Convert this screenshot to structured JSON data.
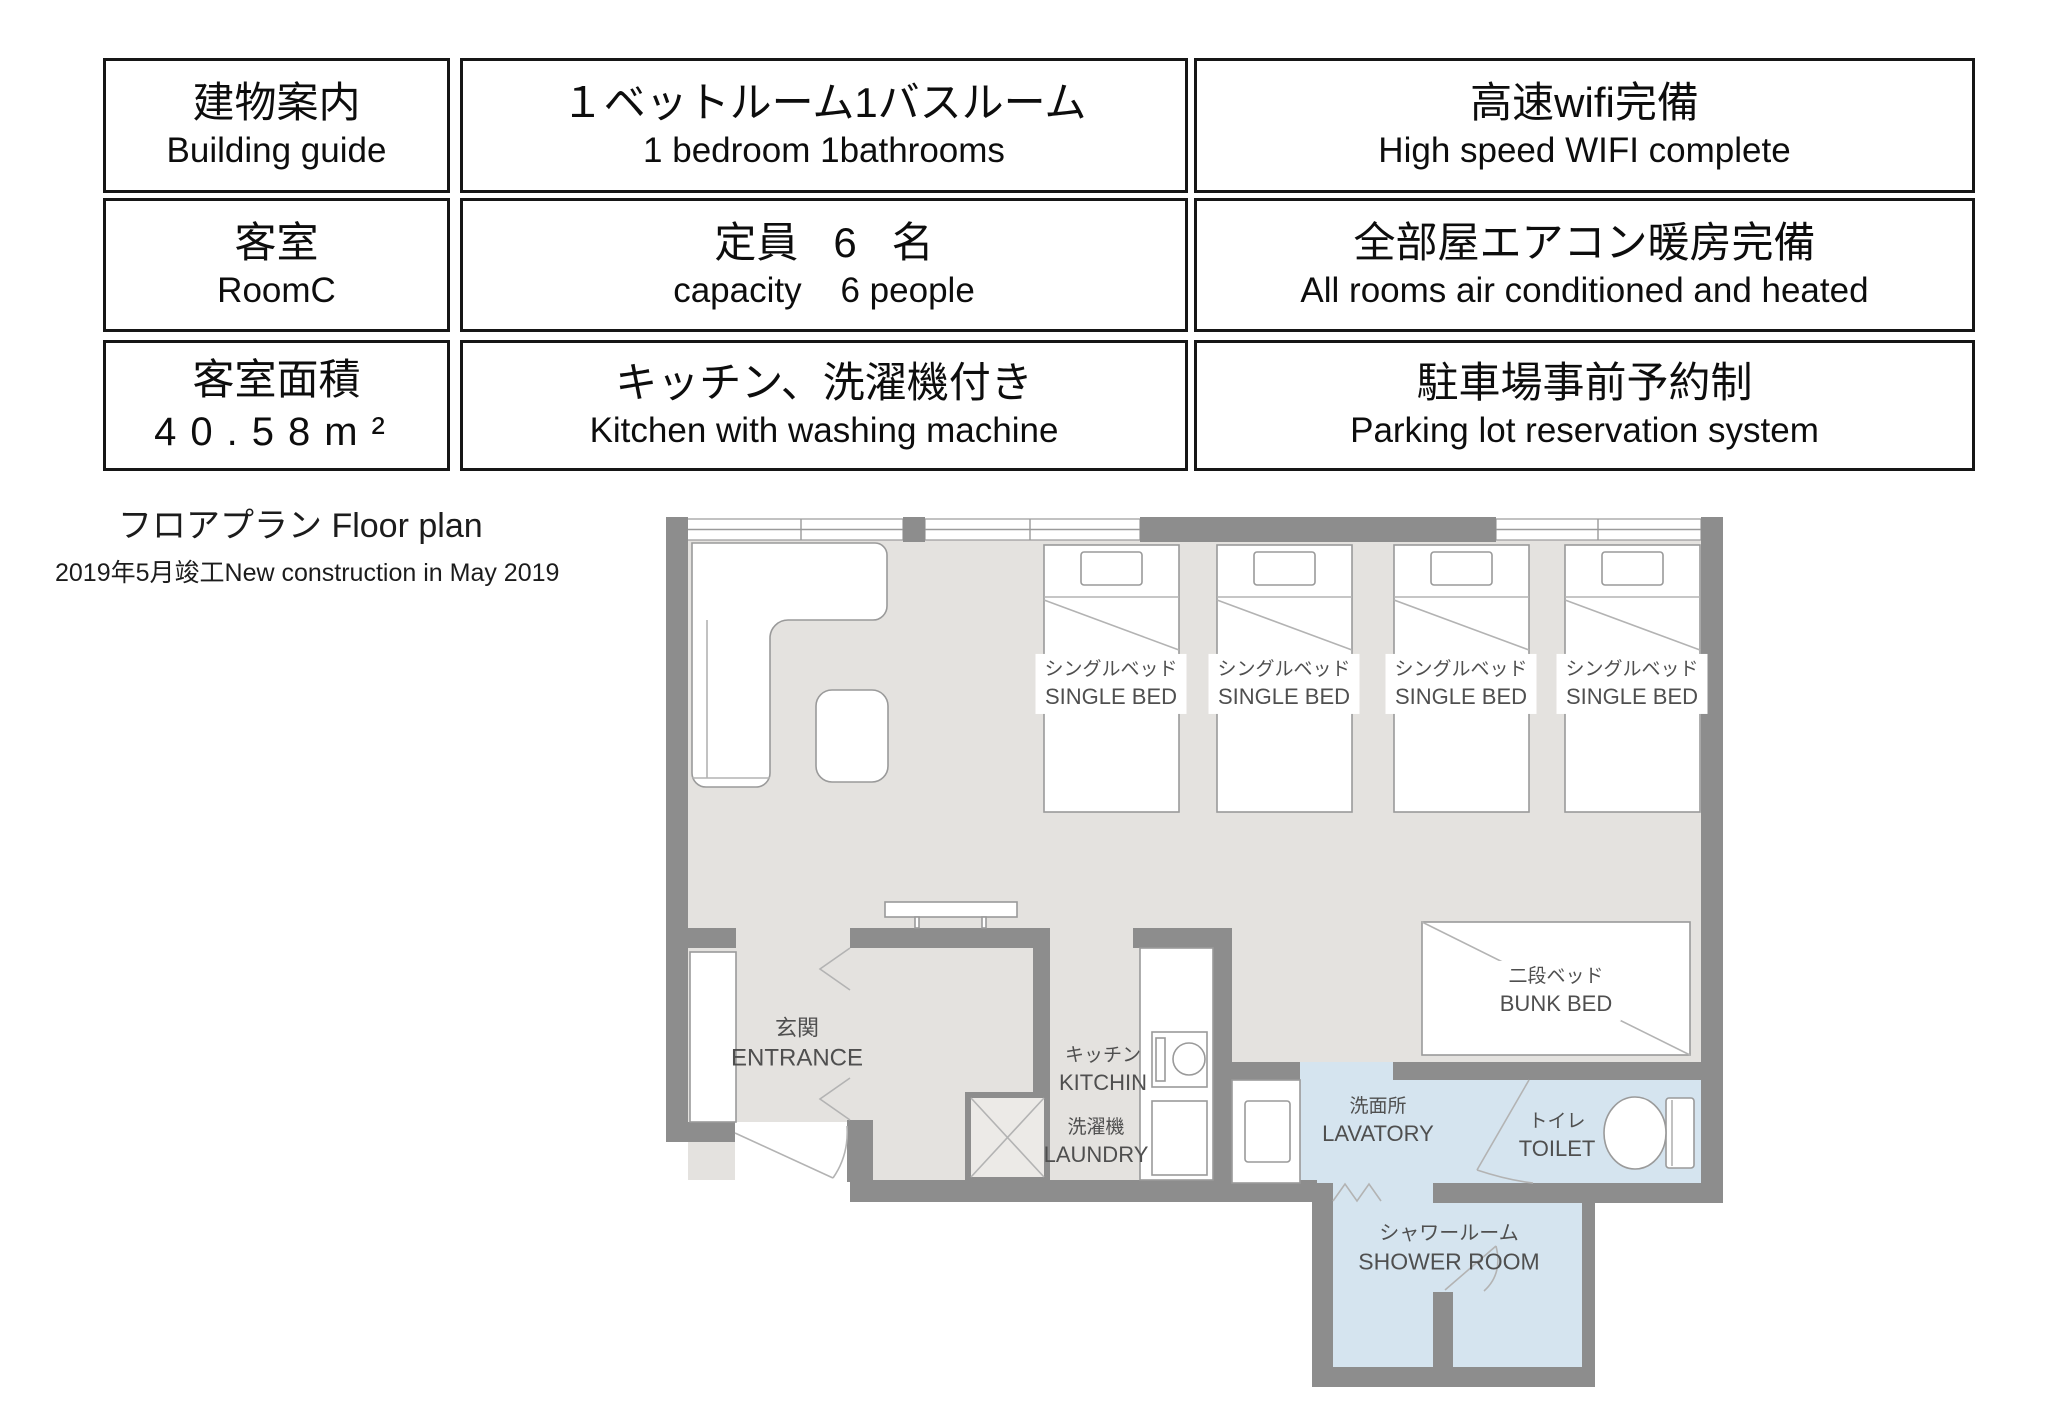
{
  "info_table": {
    "cells": [
      [
        {
          "jp": "建物案内",
          "en": "Building guide"
        },
        {
          "jp": "１ベットルーム1バスルーム",
          "en": "1 bedroom 1bathrooms"
        },
        {
          "jp": "高速wifi完備",
          "en": "High speed WIFI complete"
        }
      ],
      [
        {
          "jp": "客室",
          "en": "RoomC"
        },
        {
          "jp": "定員   6   名",
          "en": "capacity    6 people"
        },
        {
          "jp": "全部屋エアコン暖房完備",
          "en": "All rooms air conditioned and heated"
        }
      ],
      [
        {
          "jp": "客室面積",
          "en": "40.58m²"
        },
        {
          "jp": "キッチン、洗濯機付き",
          "en": "Kitchen with washing machine"
        },
        {
          "jp": "駐車場事前予約制",
          "en": "Parking lot reservation system"
        }
      ]
    ]
  },
  "floor_plan": {
    "title": "フロアプラン Floor plan",
    "subtitle": "2019年5月竣工New construction in May 2019",
    "labels": {
      "single_bed": {
        "jp": "シングルベッド",
        "en": "SINGLE BED"
      },
      "bunk_bed": {
        "jp": "二段ベッド",
        "en": "BUNK BED"
      },
      "entrance": {
        "jp": "玄関",
        "en": "ENTRANCE"
      },
      "kitchen": {
        "jp": "キッチン",
        "en": "KITCHIN"
      },
      "laundry": {
        "jp": "洗濯機",
        "en": "LAUNDRY"
      },
      "lavatory": {
        "jp": "洗面所",
        "en": "LAVATORY"
      },
      "toilet": {
        "jp": "トイレ",
        "en": "TOILET"
      },
      "shower_room": {
        "jp": "シャワールーム",
        "en": "SHOWER ROOM"
      }
    },
    "colors": {
      "wall": "#8d8d8d",
      "floor": "#e4e2df",
      "wet_floor": "#d5e4ef",
      "outline": "#9a9a9a",
      "label_text": "#4f4f4f"
    }
  }
}
